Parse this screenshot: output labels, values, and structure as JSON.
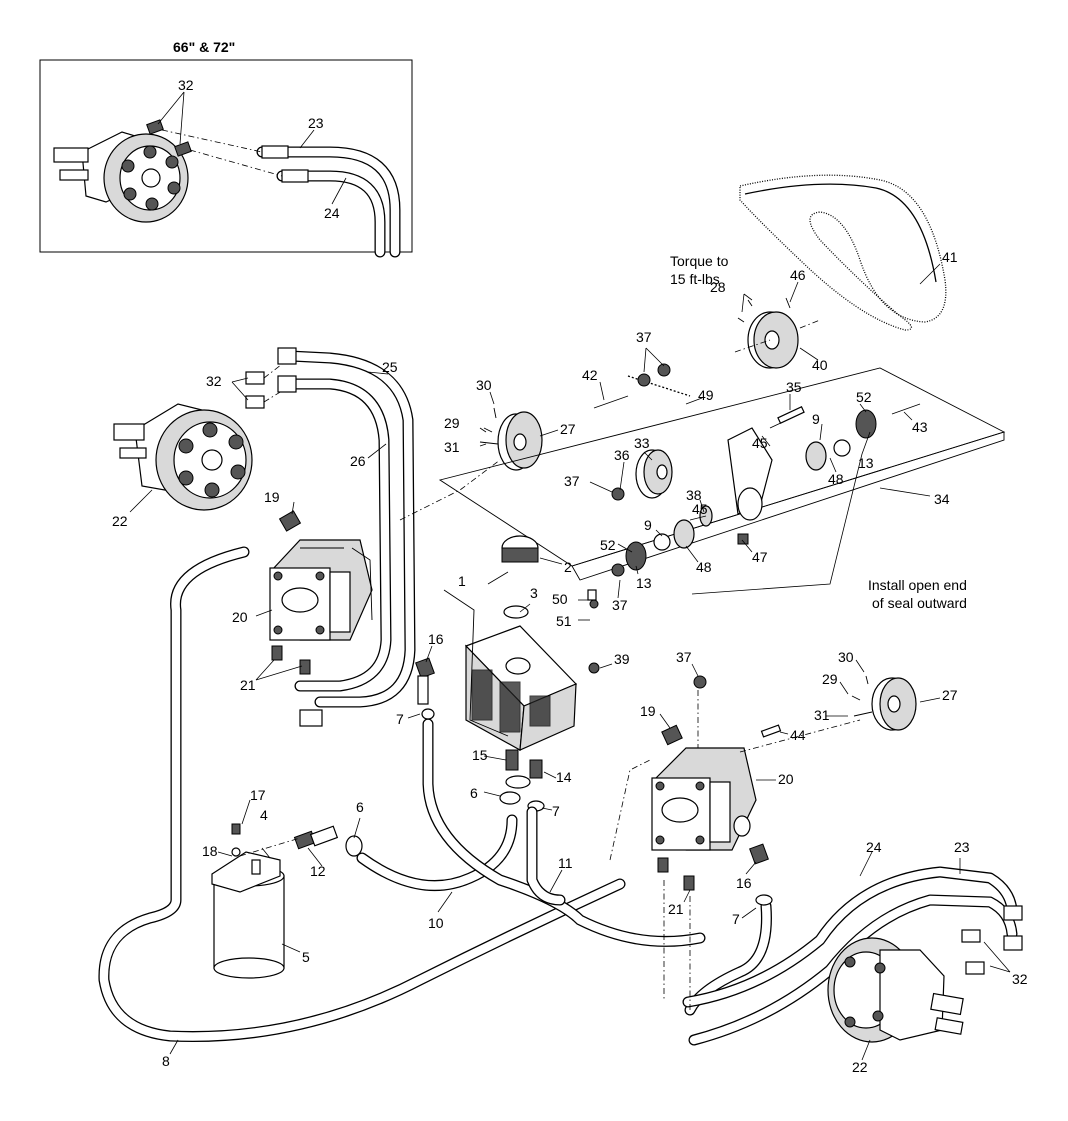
{
  "inset": {
    "title": "66\" & 72\""
  },
  "notes": {
    "torque_line1": "Torque to",
    "torque_line2": "15 ft-lbs",
    "seal_line1": "Install open end",
    "seal_line2": "of seal outward"
  },
  "callouts": {
    "c32_inset": "32",
    "c23_inset": "23",
    "c24_inset": "24",
    "c41": "41",
    "c46": "46",
    "c28": "28",
    "c40": "40",
    "c25": "25",
    "c32_left": "32",
    "c26": "26",
    "c22_left": "22",
    "c37_top": "37",
    "c42": "42",
    "c49": "49",
    "c35": "35",
    "c52_top": "52",
    "c43": "43",
    "c30_left": "30",
    "c29_left": "29",
    "c31_left": "31",
    "c27_left": "27",
    "c33": "33",
    "c36": "36",
    "c37_mid": "37",
    "c45_top": "45",
    "c9_top": "9",
    "c48_top": "48",
    "c13_top": "13",
    "c34": "34",
    "c38": "38",
    "c45_mid": "45",
    "c47": "47",
    "c9_mid": "9",
    "c52_mid": "52",
    "c13_mid": "13",
    "c48_mid": "48",
    "c37_low": "37",
    "c19_left": "19",
    "c1": "1",
    "c2": "2",
    "c3": "3",
    "c50": "50",
    "c51": "51",
    "c20_left": "20",
    "c16_left": "16",
    "c21_left": "21",
    "c39": "39",
    "c7_left": "7",
    "c37_right": "37",
    "c30_right": "30",
    "c29_right": "29",
    "c27_right": "27",
    "c31_right": "31",
    "c19_right": "19",
    "c44": "44",
    "c15": "15",
    "c14": "14",
    "c6_mid": "6",
    "c7_mid": "7",
    "c17": "17",
    "c4": "4",
    "c6_left": "6",
    "c18": "18",
    "c12": "12",
    "c20_right": "20",
    "c24_right": "24",
    "c23_right": "23",
    "c11": "11",
    "c16_right": "16",
    "c21_right": "21",
    "c7_right": "7",
    "c10": "10",
    "c5": "5",
    "c32_right": "32",
    "c8": "8",
    "c22_right": "22"
  }
}
